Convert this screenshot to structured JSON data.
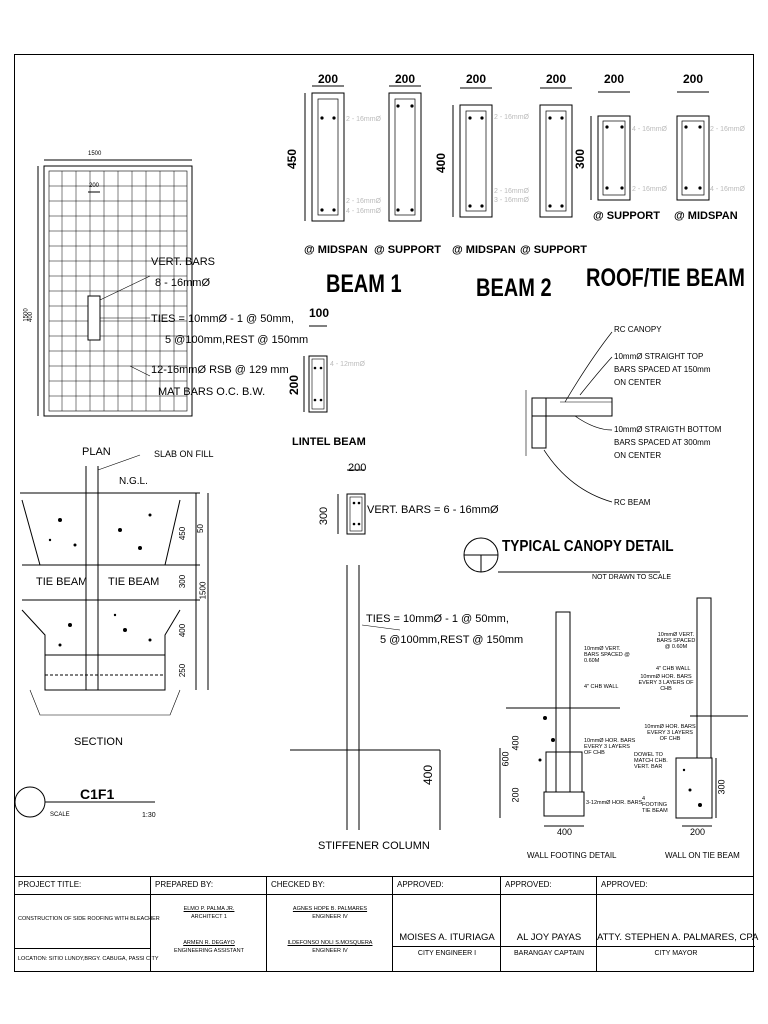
{
  "beam1": {
    "title": "BEAM 1",
    "width_dim": "200",
    "depth_dim": "450",
    "midspan_label": "@ MIDSPAN",
    "support_label": "@ SUPPORT",
    "bars_top": "2 - 16mmØ",
    "bars_bottom_a": "2 - 16mmØ",
    "bars_bottom_b": "4 - 16mmØ"
  },
  "beam2": {
    "title": "BEAM 2",
    "width_dim": "200",
    "depth_dim": "400",
    "midspan_label": "@ MIDSPAN",
    "support_label": "@ SUPPORT",
    "bars_top": "2 - 16mmØ",
    "bars_bottom_a": "2 - 16mmØ",
    "bars_bottom_b": "3 - 16mmØ"
  },
  "roof_beam": {
    "title": "ROOF/TIE BEAM",
    "width_dim": "200",
    "depth_dim": "300",
    "support_label": "@ SUPPORT",
    "midspan_label": "@ MIDSPAN",
    "support_top": "4 - 16mmØ",
    "support_bottom": "2 - 16mmØ",
    "midspan_top": "2 - 16mmØ",
    "midspan_bottom": "4 - 16mmØ"
  },
  "lintel": {
    "title": "LINTEL BEAM",
    "width_dim": "100",
    "depth_dim": "200",
    "bars": "4 - 12mmØ"
  },
  "footing_plan": {
    "width_dim": "1500",
    "col_dim": "200",
    "side_dim": "1500",
    "col_depth": "400",
    "vert_bars_label": "VERT. BARS",
    "vert_bars_value": "8 - 16mmØ",
    "ties_line1": "TIES = 10mmØ - 1 @ 50mm,",
    "ties_line2": "5 @100mm,REST @ 150mm",
    "rsb_line1": "12-16mmØ RSB @ 129 mm",
    "rsb_line2": "MAT BARS O.C. B.W.",
    "plan_label": "PLAN"
  },
  "section": {
    "slab_on_fill": "SLAB ON FILL",
    "ngl": "N.G.L.",
    "tie_beam_left": "TIE BEAM",
    "tie_beam_right": "TIE BEAM",
    "dims": [
      "450",
      "50",
      "300",
      "1500",
      "400",
      "250"
    ],
    "label": "SECTION"
  },
  "stiffener": {
    "width_dim": "200",
    "depth_dim": "300",
    "vert_bars": "VERT. BARS = 6 - 16mmØ",
    "ties_line1": "TIES = 10mmØ - 1 @ 50mm,",
    "ties_line2": "5 @100mm,REST @ 150mm",
    "embed_dim": "400",
    "label": "STIFFENER COLUMN"
  },
  "canopy": {
    "rc_canopy": "RC CANOPY",
    "top_bars_1": "10mmØ STRAIGHT TOP",
    "top_bars_2": "BARS SPACED AT 150mm",
    "top_bars_3": "ON CENTER",
    "bot_bars_1": "10mmØ STRAIGTH BOTTOM",
    "bot_bars_2": "BARS SPACED AT 300mm",
    "bot_bars_3": "ON CENTER",
    "rc_beam": "RC BEAM",
    "title": "TYPICAL CANOPY DETAIL",
    "note": "NOT DRAWN TO SCALE"
  },
  "wall_footing": {
    "vert_bars": "10mmØ VERT. BARS SPACED @ 0.60M",
    "chb_wall": "4\" CHB WALL",
    "hor_bars": "10mmØ HOR. BARS EVERY 3 LAYERS OF CHB",
    "bottom_bars": "3-12mmØ HOR. BARS",
    "dims": [
      "600",
      "400",
      "200"
    ],
    "width_dim": "400",
    "label": "WALL FOOTING DETAIL"
  },
  "wall_tie": {
    "vert_bars": "10mmØ VERT. BARS SPACED @ 0.60M",
    "chb_wall": "4\" CHB WALL",
    "hor_bars_1": "10mmØ HOR. BARS EVERY 3 LAYERS OF CHB",
    "hor_bars_2": "10mmØ HOR. BARS EVERY 3 LAYERS OF CHB",
    "dowel": "DOWEL TO MATCH CHB. VERT. BAR",
    "footing_tie": "4 FOOTING TIE BEAM",
    "dim_side": "300",
    "width_dim": "200",
    "label": "WALL ON TIE BEAM"
  },
  "drawing_id": {
    "code": "C1F1",
    "scale_label": "SCALE",
    "scale_value": "1:30"
  },
  "title_block": {
    "project_title_label": "PROJECT TITLE:",
    "project_title": "CONSTRUCTION OF SIDE ROOFING WITH BLEACHER",
    "location": "LOCATION: SITIO LUNOY,BRGY. CABUGA, PASSI CITY",
    "prepared_label": "PREPARED BY:",
    "prep1_name": "ELMO P. PALMA JR.",
    "prep1_title": "ARCHITECT 1",
    "prep2_name": "ARMEN R. DEGAYO",
    "prep2_title": "ENGINEERING ASSISTANT",
    "checked_label": "CHECKED  BY:",
    "chk1_name": "AGNES HOPE B. PALMARES",
    "chk1_title": "ENGINEER IV",
    "chk2_name": "ILDEFONSO NOLI S.MOSQUERA",
    "chk2_title": "ENGINEER IV",
    "approved1_label": "APPROVED:",
    "approved1_name": "MOISES A. ITURIAGA",
    "approved1_title": "CITY  ENGINEER I",
    "approved2_label": "APPROVED:",
    "approved2_name": "AL JOY PAYAS",
    "approved2_title": "BARANGAY CAPTAIN",
    "approved3_label": "APPROVED:",
    "approved3_name": "ATTY. STEPHEN A. PALMARES, CPA",
    "approved3_title": "CITY  MAYOR"
  }
}
